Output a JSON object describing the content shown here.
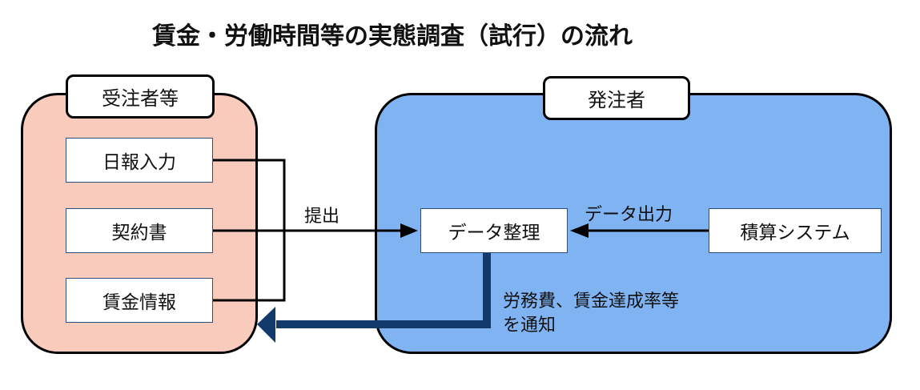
{
  "title": "賃金・労働時間等の実態調査（試行）の流れ",
  "groups": {
    "contractor": {
      "label": "受注者等",
      "items": [
        "日報入力",
        "契約書",
        "賃金情報"
      ]
    },
    "client": {
      "label": "発注者",
      "items": [
        "データ整理",
        "積算システム"
      ]
    }
  },
  "arrows": {
    "submit": "提出",
    "data_output": "データ出力",
    "notify_line1": "労務費、賃金達成率等",
    "notify_line2": "を通知"
  },
  "colors": {
    "contractor_fill": "#f8cbbd",
    "client_fill": "#7fb3f2",
    "notify_arrow": "#123a6a"
  }
}
